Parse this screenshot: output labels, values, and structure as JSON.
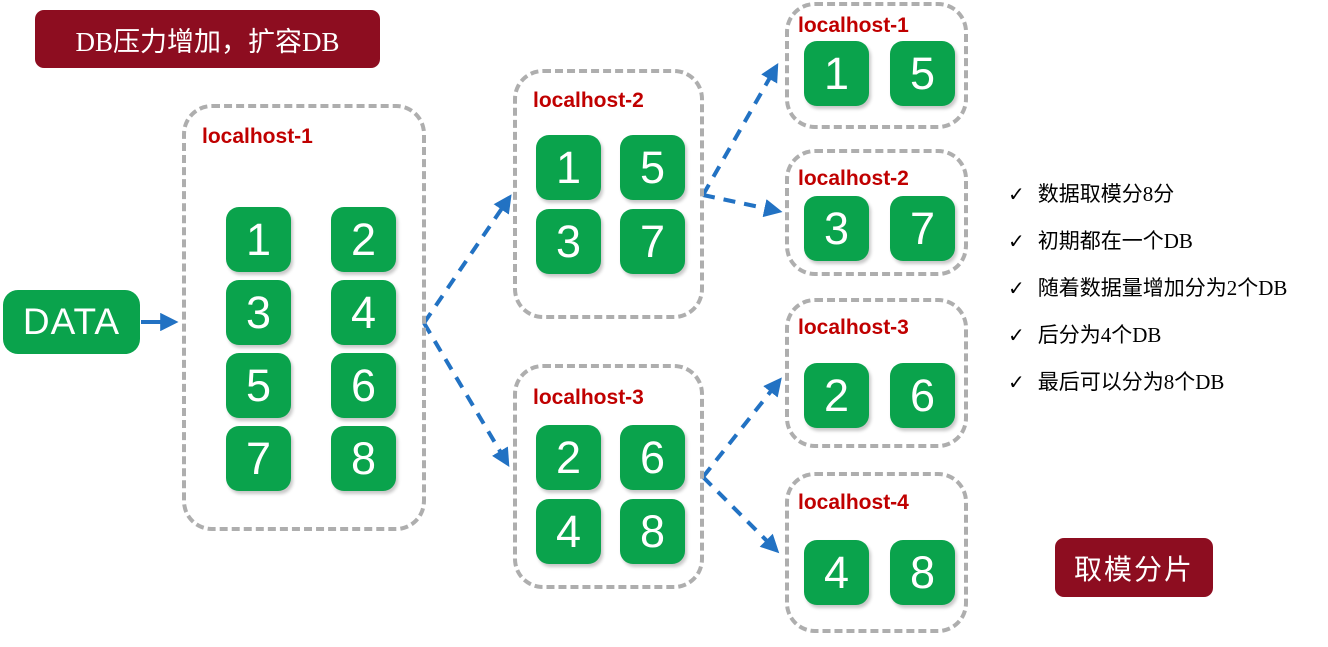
{
  "banners": {
    "top_left": "DB压力增加，扩容DB",
    "bottom_right": "取模分片"
  },
  "data_node": {
    "label": "DATA"
  },
  "colors": {
    "green": "#0aa34c",
    "dark_red": "#8d0d20",
    "label_red": "#c00000",
    "arrow_blue": "#2272c3",
    "border_gray": "#aeaeae"
  },
  "hosts": {
    "main": {
      "label": "localhost-1",
      "shards": [
        "1",
        "2",
        "3",
        "4",
        "5",
        "6",
        "7",
        "8"
      ]
    },
    "mid_top": {
      "label": "localhost-2",
      "shards": [
        "1",
        "5",
        "3",
        "7"
      ]
    },
    "mid_bottom": {
      "label": "localhost-3",
      "shards": [
        "2",
        "6",
        "4",
        "8"
      ]
    },
    "right_1": {
      "label": "localhost-1",
      "shards": [
        "1",
        "5"
      ]
    },
    "right_2": {
      "label": "localhost-2",
      "shards": [
        "3",
        "7"
      ]
    },
    "right_3": {
      "label": "localhost-3",
      "shards": [
        "2",
        "6"
      ]
    },
    "right_4": {
      "label": "localhost-4",
      "shards": [
        "4",
        "8"
      ]
    }
  },
  "checklist": {
    "marker": "✓",
    "items": [
      "数据取模分8分",
      "初期都在一个DB",
      "随着数据量增加分为2个DB",
      "后分为4个DB",
      "最后可以分为8个DB"
    ]
  }
}
